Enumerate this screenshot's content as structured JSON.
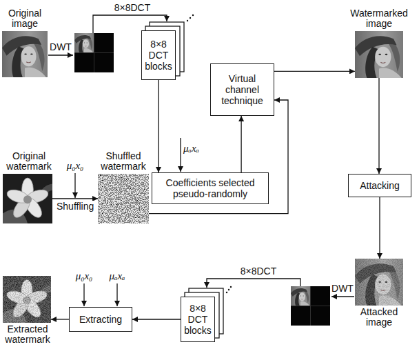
{
  "diagram": {
    "nodes": [
      {
        "text": [
          "Original image"
        ]
      },
      {
        "text": [
          "8×8 DCT blocks"
        ]
      },
      {
        "text": [
          "Virtual channel technique"
        ]
      },
      {
        "text": [
          "Watermarked image"
        ]
      },
      {
        "text": [
          "Original watermark"
        ]
      },
      {
        "text": [
          "Shuffled watermark"
        ]
      },
      {
        "text": [
          "Coefficients selected pseudo-randomly"
        ]
      },
      {
        "text": [
          "Attacking"
        ]
      },
      {
        "text": [
          "Extracted watermark"
        ]
      },
      {
        "text": [
          "Extracting"
        ]
      },
      {
        "text": [
          "8×8 DCT blocks"
        ]
      },
      {
        "text": [
          "Attacked image"
        ]
      }
    ],
    "edges": [
      {
        "from": 1,
        "to": 6,
        "arrow": "to"
      },
      {
        "from": 6,
        "to": 2,
        "arrow": "to"
      },
      {
        "from": 2,
        "to": 3,
        "arrow": "to"
      },
      {
        "from": 4,
        "to": 5,
        "label": "Shuffling",
        "arrow": "to"
      },
      {
        "from": 5,
        "to": 2,
        "arrow": "to"
      },
      {
        "from": 3,
        "to": 7,
        "arrow": "to"
      },
      {
        "from": 7,
        "to": 11,
        "arrow": "to"
      },
      {
        "from": 10,
        "to": 9,
        "arrow": "to"
      },
      {
        "from": 9,
        "to": 8,
        "arrow": "to"
      }
    ],
    "labels": [
      "DWT",
      "8×8DCT",
      "μₐxₐ",
      "μ₀x₀",
      "8×8DCT",
      "DWT",
      "μ₀x₀",
      "μₐxₐ"
    ]
  }
}
